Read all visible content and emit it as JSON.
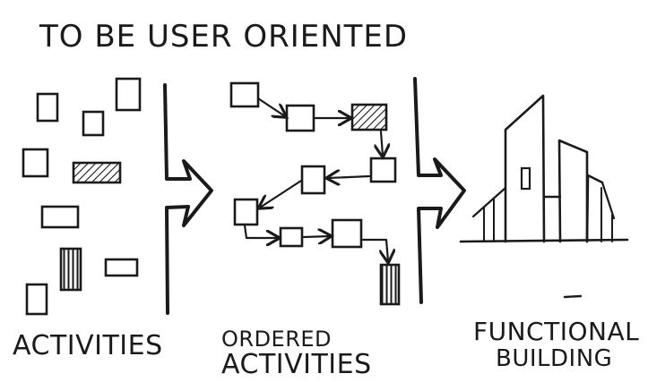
{
  "title": "TO BE USER ORIENTED",
  "captions": {
    "activities": "ACTIVITIES",
    "ordered_line1": "ORDERED",
    "ordered_line2": "ACTIVITIES",
    "functional_line1": "FUNCTIONAL",
    "functional_line2": "BUILDING"
  },
  "colors": {
    "ink": "#1a1a1a",
    "paper": "#ffffff"
  }
}
